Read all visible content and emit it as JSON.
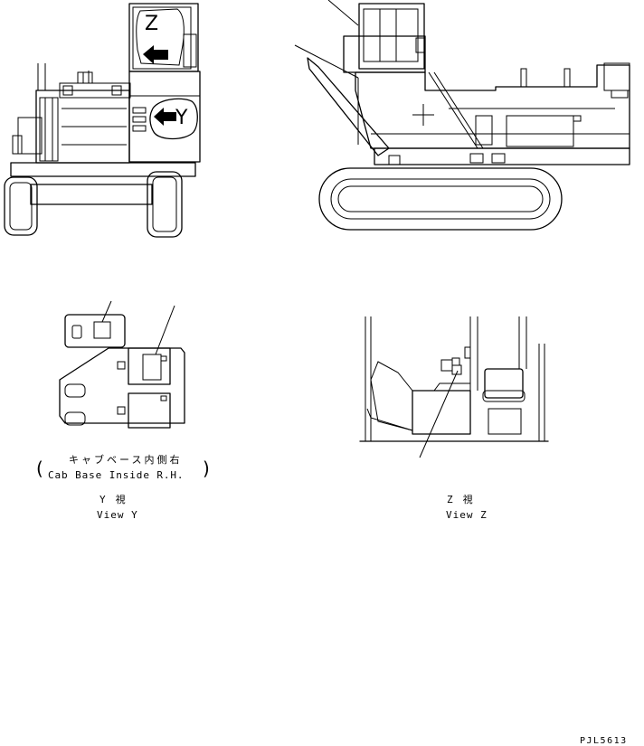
{
  "callouts": {
    "view_z_marker": "Z",
    "view_y_marker": "Y"
  },
  "view_y": {
    "location_jp": "キャブベース内側右",
    "location_en": "Cab Base Inside R.H.",
    "title_jp": "Y　視",
    "title_en": "View Y"
  },
  "view_z": {
    "title_jp": "Z　視",
    "title_en": "View Z"
  },
  "drawing_number": "PJL5613"
}
